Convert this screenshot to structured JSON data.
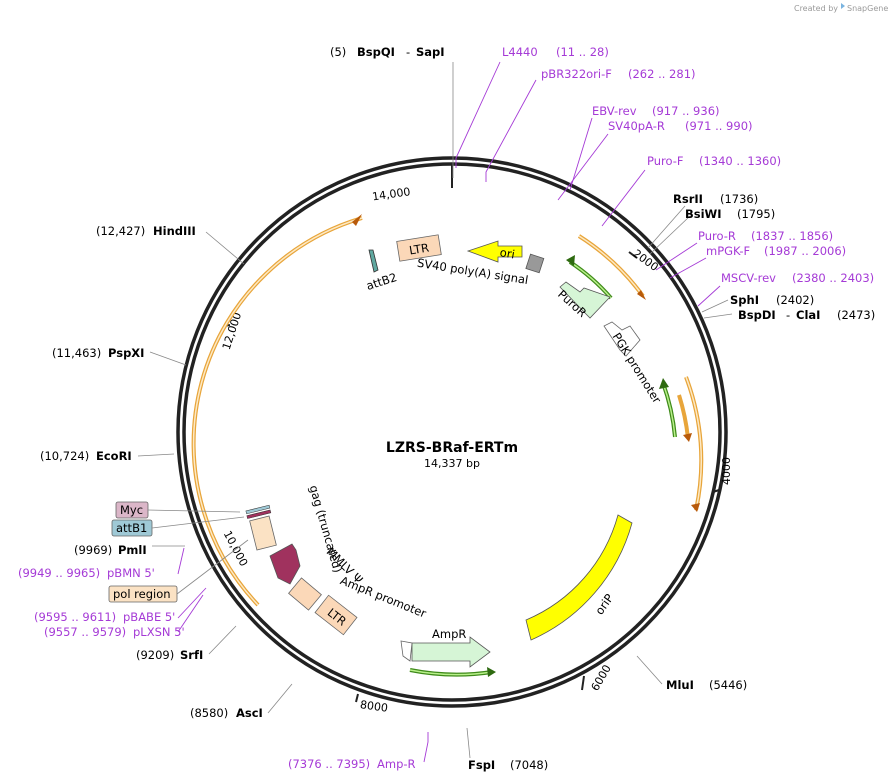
{
  "credit": {
    "text": "Created by",
    "brand": "SnapGene"
  },
  "plasmid": {
    "name": "LZRS-BRaf-ERTm",
    "length": "14,337 bp"
  },
  "ticks": [
    "14,000",
    "2000",
    "4000",
    "6000",
    "8000",
    "10,000",
    "12,000"
  ],
  "sites": [
    {
      "pos": "(5)",
      "name": "BspQI",
      "extra": "SapI"
    },
    {
      "name": "RsrII",
      "pos": "(1736)"
    },
    {
      "name": "BsiWI",
      "pos": "(1795)"
    },
    {
      "name": "SphI",
      "pos": "(2402)"
    },
    {
      "name": "BspDI",
      "extra": "ClaI",
      "pos": "(2473)"
    },
    {
      "name": "MluI",
      "pos": "(5446)"
    },
    {
      "name": "FspI",
      "pos": "(7048)"
    },
    {
      "pos": "(8580)",
      "name": "AscI"
    },
    {
      "pos": "(9209)",
      "name": "SrfI"
    },
    {
      "pos": "(9969)",
      "name": "PmlI"
    },
    {
      "pos": "(10,724)",
      "name": "EcoRI"
    },
    {
      "pos": "(11,463)",
      "name": "PspXI"
    },
    {
      "pos": "(12,427)",
      "name": "HindIII"
    }
  ],
  "primers": [
    {
      "name": "L4440",
      "range": "(11 .. 28)"
    },
    {
      "name": "pBR322ori-F",
      "range": "(262 .. 281)"
    },
    {
      "name": "EBV-rev",
      "range": "(917 .. 936)"
    },
    {
      "name": "SV40pA-R",
      "range": "(971 .. 990)"
    },
    {
      "name": "Puro-F",
      "range": "(1340 .. 1360)"
    },
    {
      "name": "Puro-R",
      "range": "(1837 .. 1856)"
    },
    {
      "name": "mPGK-F",
      "range": "(1987 .. 2006)"
    },
    {
      "name": "MSCV-rev",
      "range": "(2380 .. 2403)"
    },
    {
      "name": "Amp-R",
      "range": "(7376 .. 7395)"
    },
    {
      "name": "pBMN 5'",
      "range": "(9949 .. 9965)"
    },
    {
      "name": "pBABE 5'",
      "range": "(9595 .. 9611)"
    },
    {
      "name": "pLXSN 5'",
      "range": "(9557 .. 9579)"
    }
  ],
  "features": {
    "ori": "ori",
    "ltr_top": "LTR",
    "sv40": "SV40 poly(A) signal",
    "attb2": "attB2",
    "puror": "PuroR",
    "pgk": "PGK promoter",
    "orip": "oriP",
    "ampr": "AmpR",
    "ampr_promoter": "AmpR promoter",
    "ltr_bottom": "LTR",
    "mmlv": "MMLV Ψ",
    "gag": "gag (truncated)",
    "myc": "Myc",
    "attb1": "attB1",
    "pol": "pol region"
  },
  "colors": {
    "backbone": "#222222",
    "orange": "#e8a53a",
    "orange_light": "#fde9c4",
    "green": "#78c23c",
    "green_light": "#d6f5d6",
    "yellow": "#ffff00",
    "maroon": "#a0325e",
    "ltr_fill": "#fbd8b8",
    "primer": "#a53ad6",
    "myc_fill": "#dbb6c8",
    "attb1_fill": "#9fc9d6",
    "pol_fill": "#fbe2c4"
  }
}
